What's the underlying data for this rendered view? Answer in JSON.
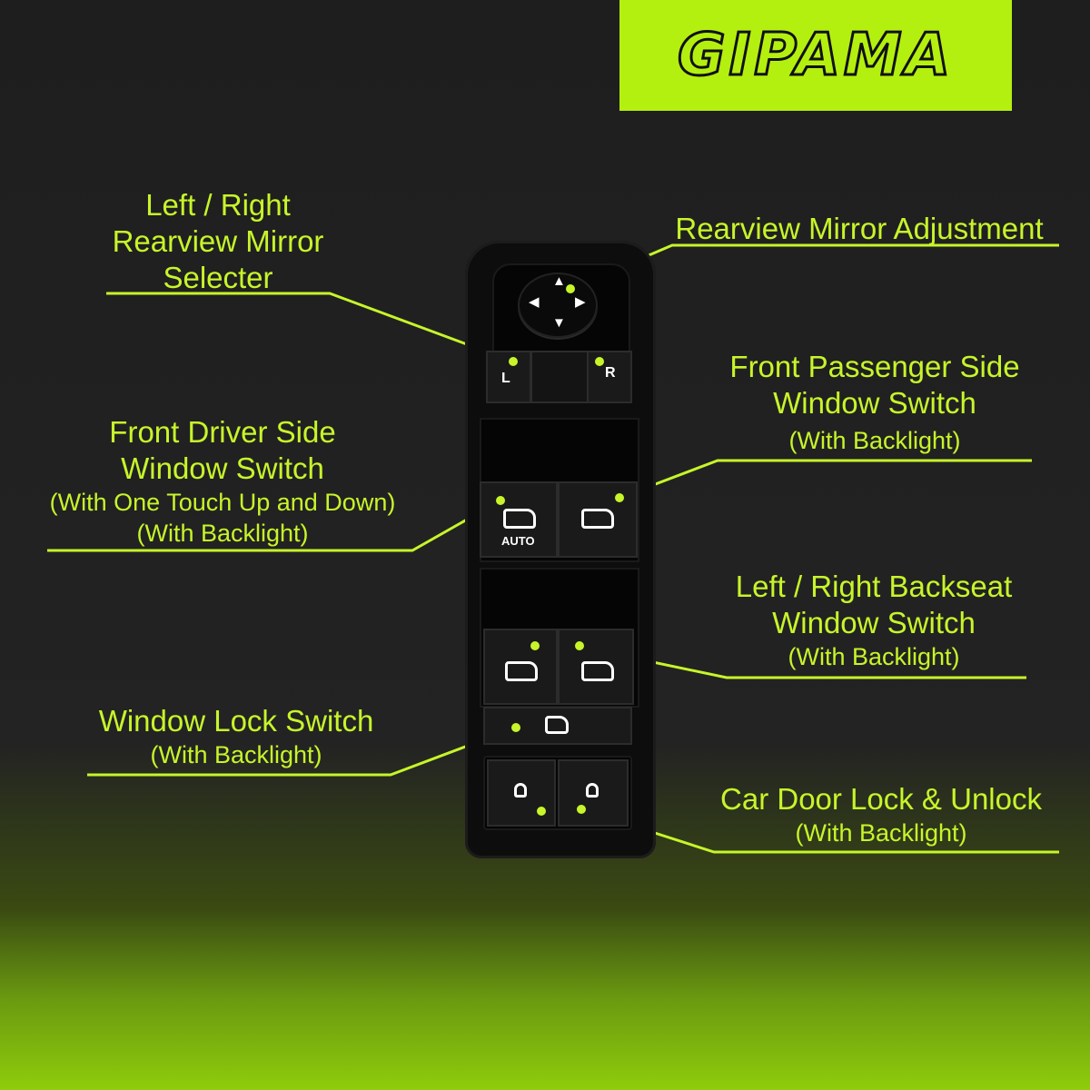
{
  "brand": {
    "name": "GIPAMA",
    "background": "#b4f00f"
  },
  "accent_color": "#c7f52a",
  "labels": {
    "mirror_selector": {
      "line1": "Left / Right",
      "line2": "Rearview Mirror",
      "line3": "Selecter"
    },
    "mirror_adjust": {
      "line1": "Rearview Mirror Adjustment"
    },
    "front_passenger": {
      "line1": "Front Passenger Side",
      "line2": "Window Switch",
      "line3": "(With Backlight)"
    },
    "front_driver": {
      "line1": "Front Driver Side",
      "line2": "Window Switch",
      "line3": "(With One Touch Up and Down)",
      "line4": "(With Backlight)"
    },
    "backseat": {
      "line1": "Left / Right Backseat",
      "line2": "Window Switch",
      "line3": "(With Backlight)"
    },
    "window_lock": {
      "line1": "Window Lock Switch",
      "line2": "(With Backlight)"
    },
    "door_lock": {
      "line1": "Car Door Lock & Unlock",
      "line2": "(With Backlight)"
    }
  },
  "switch_panel": {
    "left_button": "L",
    "right_button": "R",
    "auto_label": "AUTO",
    "arrow_up": "▲",
    "arrow_down": "▼",
    "arrow_left": "◀",
    "arrow_right": "▶"
  }
}
